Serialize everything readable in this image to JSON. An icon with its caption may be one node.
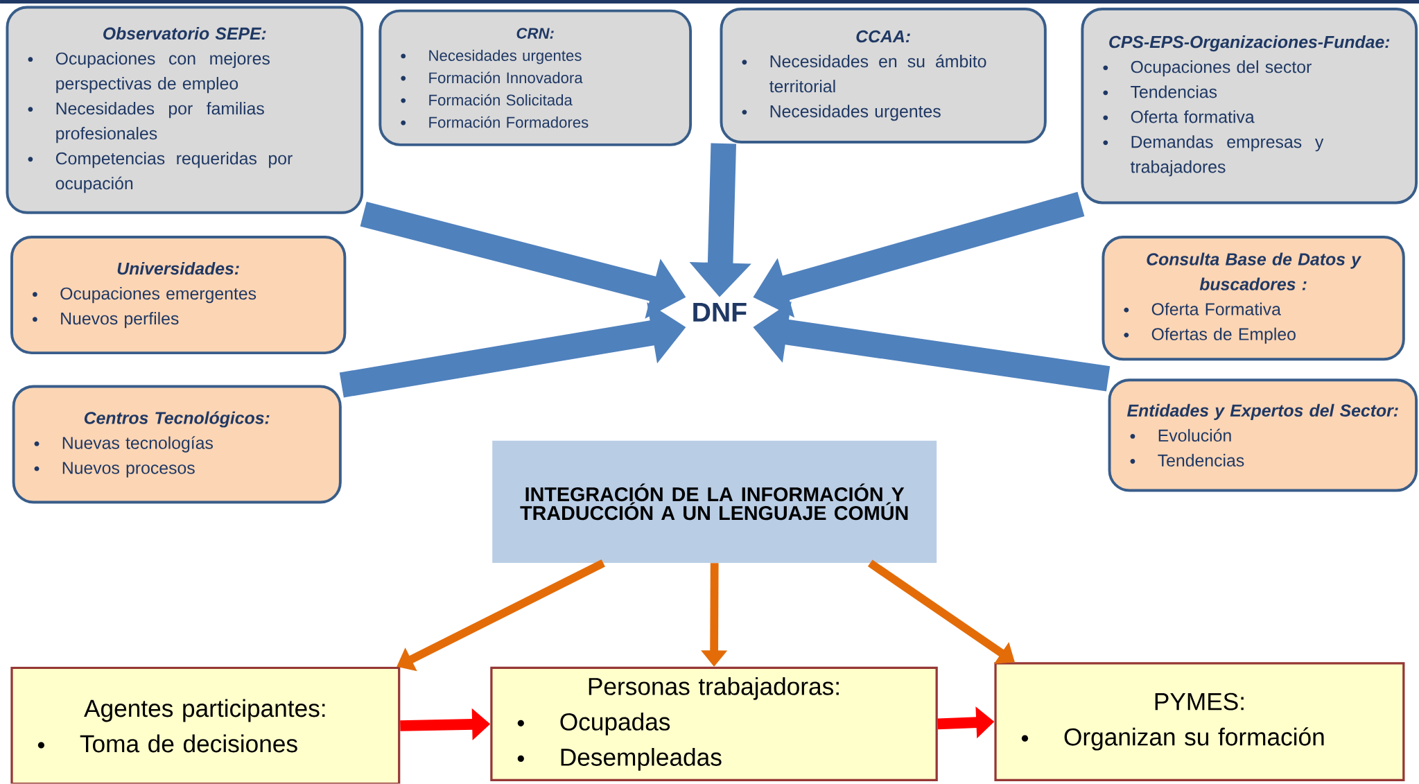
{
  "diagram": {
    "nodes": [
      {
        "text": [
          "Observatorio SEPE:",
          "Ocupaciones con mejores perspectivas de empleo",
          "Necesidades por familias profesionales",
          "Competencias requeridas por ocupación"
        ]
      },
      {
        "text": [
          "CRN:",
          "Necesidades urgentes",
          "Formación Innovadora",
          "Formación Solicitada",
          "Formación Formadores"
        ]
      },
      {
        "text": [
          "CCAA:",
          "Necesidades en su ámbito territorial",
          "Necesidades urgentes"
        ]
      },
      {
        "text": [
          "CPS-EPS-Organizaciones-Fundae:",
          "Ocupaciones del sector",
          "Tendencias",
          "Oferta formativa",
          "Demandas empresas y trabajadores"
        ]
      },
      {
        "text": [
          "Universidades:",
          "Ocupaciones emergentes",
          "Nuevos perfiles"
        ]
      },
      {
        "text": [
          "Consulta Base de Datos y buscadores :",
          "Oferta Formativa",
          "Ofertas de Empleo"
        ]
      },
      {
        "text": [
          "Centros Tecnológicos:",
          "Nuevas tecnologías",
          "Nuevos procesos"
        ]
      },
      {
        "text": [
          "Entidades y Expertos del Sector:",
          "Evolución",
          "Tendencias"
        ]
      },
      {
        "text": [
          "DNF"
        ]
      },
      {
        "text": [
          "INTEGRACIÓN DE LA INFORMACIÓN Y TRADUCCIÓN A UN LENGUAJE COMÚN"
        ]
      },
      {
        "text": [
          "Agentes participantes:",
          "Toma de decisiones"
        ]
      },
      {
        "text": [
          "Personas trabajadoras:",
          "Ocupadas",
          "Desempleadas"
        ]
      },
      {
        "text": [
          "PYMES:",
          "Organizan su formación"
        ]
      }
    ],
    "edges": [
      {
        "from": 0,
        "to": 8,
        "arrow": "to",
        "style": "thick"
      },
      {
        "from": 2,
        "to": 8,
        "arrow": "to",
        "style": "thick"
      },
      {
        "from": 3,
        "to": 8,
        "arrow": "to",
        "style": "thick"
      },
      {
        "from": 6,
        "to": 8,
        "arrow": "to",
        "style": "thick"
      },
      {
        "from": 7,
        "to": 8,
        "arrow": "to",
        "style": "thick"
      },
      {
        "from": 9,
        "to": 10,
        "arrow": "to",
        "color": "#e36c09"
      },
      {
        "from": 9,
        "to": 11,
        "arrow": "to",
        "color": "#e36c09"
      },
      {
        "from": 9,
        "to": 12,
        "arrow": "to",
        "color": "#e36c09"
      },
      {
        "from": 10,
        "to": 11,
        "arrow": "to",
        "color": "#ff0000"
      },
      {
        "from": 11,
        "to": 12,
        "arrow": "to",
        "color": "#ff0000"
      }
    ]
  }
}
